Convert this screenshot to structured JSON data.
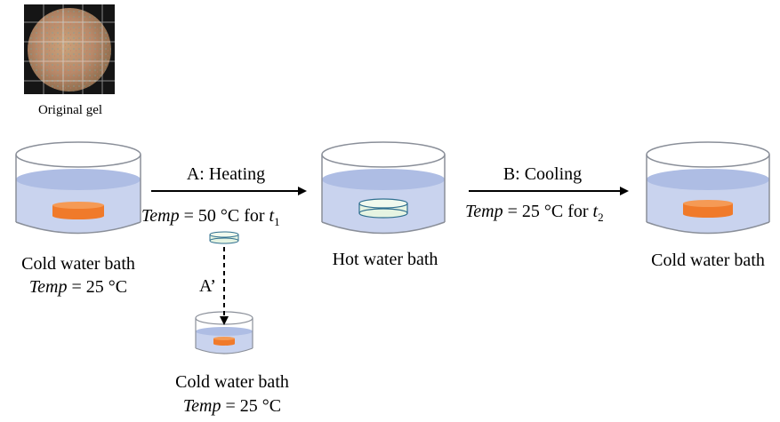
{
  "original_gel": {
    "caption": "Original gel"
  },
  "beakers": {
    "left": {
      "name": "Cold water bath",
      "temp_var": "Temp",
      "temp_value": " = 25 °C"
    },
    "center": {
      "name": "Hot water bath"
    },
    "right": {
      "name": "Cold water bath"
    },
    "small": {
      "name": "Cold water bath",
      "temp_var": "Temp",
      "temp_value": " = 25 °C"
    }
  },
  "steps": {
    "heating": {
      "label": "A: Heating",
      "temp_var": "Temp",
      "temp_value": " = 50 °C  for ",
      "time_var": "t",
      "time_sub": "1"
    },
    "cooling": {
      "label": "B: Cooling",
      "temp_var": "Temp",
      "temp_value": " = 25 °C  for ",
      "time_var": "t",
      "time_sub": "2"
    },
    "transfer": {
      "label": "A’"
    }
  },
  "colors": {
    "water": "#c9d3ee",
    "water_surface": "#aebde4",
    "gel_orange": "#f07a2a",
    "gel_swollen": "#e6f4e2",
    "gel_swollen_edge": "#2f6f8f",
    "beaker_line": "#8a8f99"
  }
}
